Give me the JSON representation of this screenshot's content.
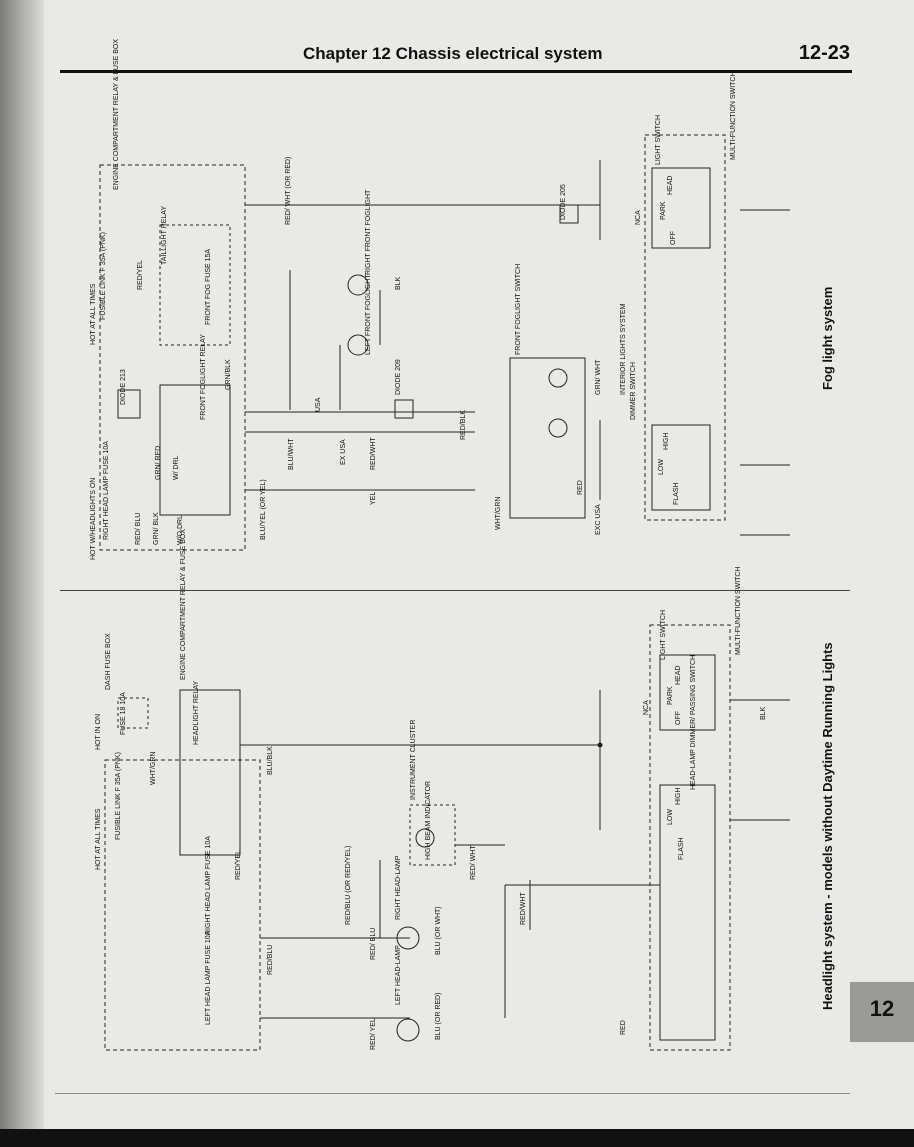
{
  "header": {
    "chapter_title": "Chapter 12  Chassis electrical system",
    "page_number": "12-23"
  },
  "tab": {
    "number": "12"
  },
  "captions": {
    "fog": "Fog light system",
    "headlight": "Headlight system - models without Daytime Running Lights"
  },
  "fog_diagram": {
    "hot_headlights": "HOT W/HEADLIGHTS ON",
    "hot_all_times": "HOT AT ALL TIMES",
    "fusible_link": "FUSIBLE LINK F 35A (PNK)",
    "engine_box": "ENGINE COMPARTMENT RELAY & FUSE BOX",
    "right_head_fuse": "RIGHT HEAD LAMP FUSE 10A",
    "front_fog_fuse": "FRONT FOG FUSE 15A",
    "taillight_relay": "TAILLIGHT RELAY",
    "foglight_relay": "FRONT FOGLIGHT RELAY",
    "diode_213": "DIODE 213",
    "diode_209": "DIODE 209",
    "diode_205": "DIODE 205",
    "w_drl": "W/ DRL",
    "wo_drl": "W/O DRL",
    "left_foglight": "LEFT FRONT FOGLIGHT",
    "right_foglight": "RIGHT FRONT FOGLIGHT",
    "foglight_switch": "FRONT FOGLIGHT SWITCH",
    "interior_lights": "INTERIOR LIGHTS SYSTEM",
    "dimmer_switch": "DIMMER SWITCH",
    "light_switch": "LIGHT SWITCH",
    "multi_switch": "MULTI-FUNCTION SWITCH",
    "usa": "USA",
    "ex_usa": "EX USA",
    "exc_usa": "EXC USA",
    "nca": "NCA",
    "off": "OFF",
    "park": "PARK",
    "head": "HEAD",
    "low": "LOW",
    "high": "HIGH",
    "flash": "FLASH",
    "wires": {
      "red_blu": "RED/ BLU",
      "grn_blk": "GRN/ BLK",
      "blu_yel": "BLU/YEL (OR YEL)",
      "blu_wht": "BLU/WHT",
      "grn_red": "GRN/ RED",
      "red_yel": "RED/YEL",
      "grn_blk2": "GRN/BLK",
      "yel": "YEL",
      "red_wht": "RED/WHT",
      "red_blk": "RED/BLK",
      "wht_grn": "WHT/GRN",
      "red_wht_or_red": "RED/ WHT (OR RED)",
      "red": "RED",
      "blk": "BLK",
      "grn_wht": "GRN/ WHT"
    }
  },
  "head_diagram": {
    "hot_in_on": "HOT IN ON",
    "hot_all_times": "HOT AT ALL TIMES",
    "dash_fuse_box": "DASH FUSE BOX",
    "fuse_18": "FUSE 18 10A",
    "fusible_link": "FUSIBLE LINK F 35A (PNK)",
    "engine_box": "ENGINE COMPARTMENT RELAY & FUSE BOX",
    "headlight_relay": "HEADLIGHT RELAY",
    "right_head_fuse": "RIGHT HEAD LAMP FUSE 10A",
    "left_head_fuse": "LEFT HEAD LAMP FUSE 10A",
    "instrument_cluster": "INSTRUMENT CLUSTER",
    "high_beam": "HIGH BEAM INDICATOR",
    "right_headlamp": "RIGHT HEAD-LAMP",
    "left_headlamp": "LEFT HEAD-LAMP",
    "dimmer_switch": "HEAD-LAMP DIMMER/ PASSING SWITCH",
    "light_switch": "LIGHT SWITCH",
    "multi_switch": "MULTI-FUNCTION SWITCH",
    "nca": "NCA",
    "off": "OFF",
    "park": "PARK",
    "head": "HEAD",
    "low": "LOW",
    "high": "HIGH",
    "flash": "FLASH",
    "wires": {
      "wht_grn": "WHT/GRN",
      "blu_blk": "BLU/BLK",
      "red_yel": "RED/YEL",
      "red_blu": "RED/BLU",
      "red_blu_or": "RED/BLU (OR RED/YEL)",
      "red_blu2": "RED/ BLU",
      "blu_or_wht": "BLU (OR WHT)",
      "blu_or_red": "BLU (OR RED)",
      "red_wht": "RED/WHT",
      "red_wht2": "RED/ WHT",
      "red_yel2": "RED/ YEL",
      "red": "RED",
      "blk": "BLK"
    }
  }
}
